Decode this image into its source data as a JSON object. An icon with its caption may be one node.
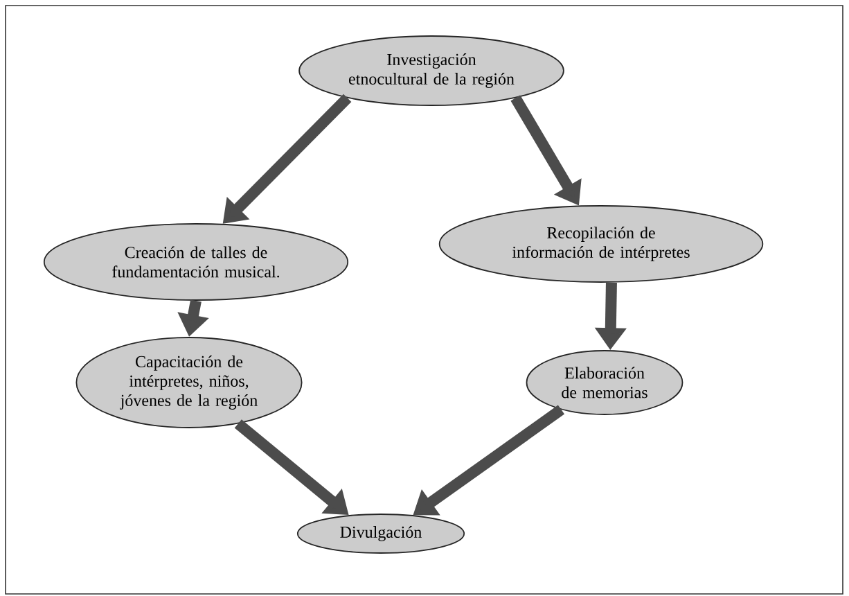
{
  "diagram": {
    "nodes": [
      {
        "text": [
          "Investigación etnocultural de la región"
        ]
      },
      {
        "text": [
          "Creación de talles de fundamentación musical."
        ]
      },
      {
        "text": [
          "Recopilación de información de intérpretes"
        ]
      },
      {
        "text": [
          "Capacitación de intérpretes, niños, jóvenes de la región"
        ]
      },
      {
        "text": [
          "Elaboración de memorias"
        ]
      },
      {
        "text": [
          "Divulgación"
        ]
      }
    ],
    "edges": [
      {
        "from": 0,
        "to": 1,
        "arrow": "to"
      },
      {
        "from": 0,
        "to": 2,
        "arrow": "to"
      },
      {
        "from": 1,
        "to": 3,
        "arrow": "to"
      },
      {
        "from": 2,
        "to": 4,
        "arrow": "to"
      },
      {
        "from": 3,
        "to": 5,
        "arrow": "to"
      },
      {
        "from": 4,
        "to": 5,
        "arrow": "to"
      }
    ]
  }
}
